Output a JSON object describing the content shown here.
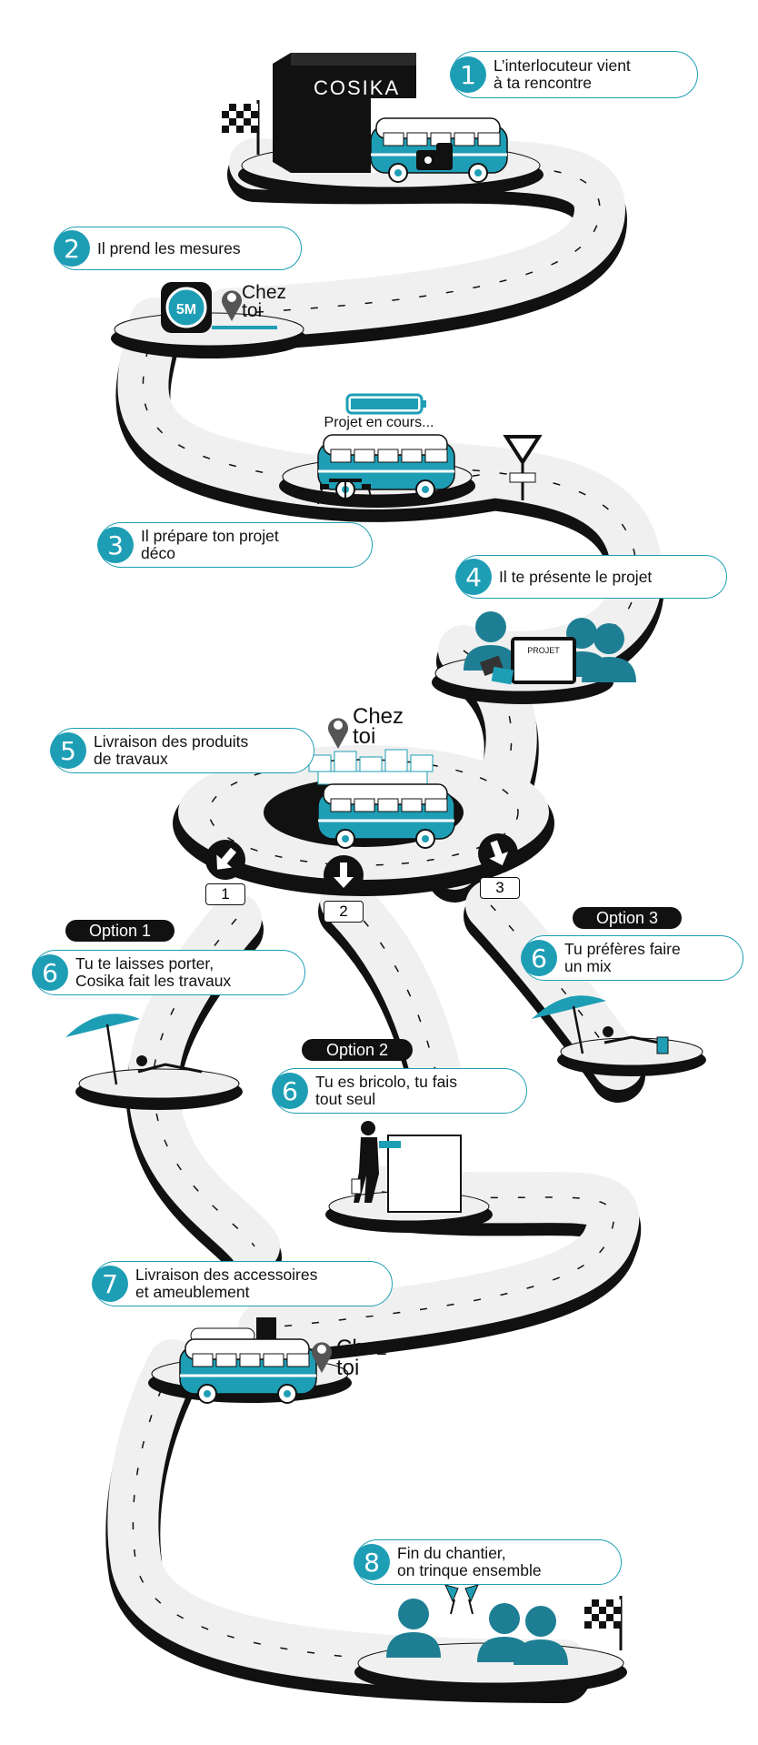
{
  "brand": {
    "name": "COSIKA",
    "accent": "#1e9eb5",
    "dark": "#111111",
    "road": "#f0f0f0"
  },
  "steps": [
    {
      "number": "1",
      "lines": [
        "L’interlocuteur vient",
        "à ta rencontre"
      ]
    },
    {
      "number": "2",
      "lines": [
        "Il prend les mesures"
      ]
    },
    {
      "number": "3",
      "lines": [
        "Il prépare ton projet",
        "déco"
      ]
    },
    {
      "number": "4",
      "lines": [
        "Il te présente le projet"
      ]
    },
    {
      "number": "5",
      "lines": [
        "Livraison des produits",
        "de travaux"
      ]
    },
    {
      "number": "6",
      "lines": [
        "Tu te laisses porter,",
        "Cosika fait les travaux"
      ]
    },
    {
      "number": "6",
      "lines": [
        "Tu es bricolo, tu fais",
        "tout seul"
      ]
    },
    {
      "number": "6",
      "lines": [
        "Tu préfères faire",
        "un mix"
      ]
    },
    {
      "number": "7",
      "lines": [
        "Livraison des accessoires",
        "et ameublement"
      ]
    },
    {
      "number": "8",
      "lines": [
        "Fin du chantier,",
        "on trinque ensemble"
      ]
    }
  ],
  "options": {
    "option1": "Option 1",
    "option2": "Option 2",
    "option3": "Option 3"
  },
  "branch_numbers": [
    "1",
    "2",
    "3"
  ],
  "location_label": [
    "Chez",
    "toi"
  ],
  "tape_label": "5M",
  "project_status": "Projet en cours...",
  "board_label": "PROJET",
  "icons": [
    "checkered-flag-icon",
    "van-icon",
    "location-pin-icon",
    "tape-measure-icon",
    "yield-sign-icon",
    "person-icon",
    "arrow-down-icon",
    "parasol-icon",
    "painter-icon",
    "champagne-glasses-icon",
    "luggage-icon",
    "battery-icon"
  ]
}
